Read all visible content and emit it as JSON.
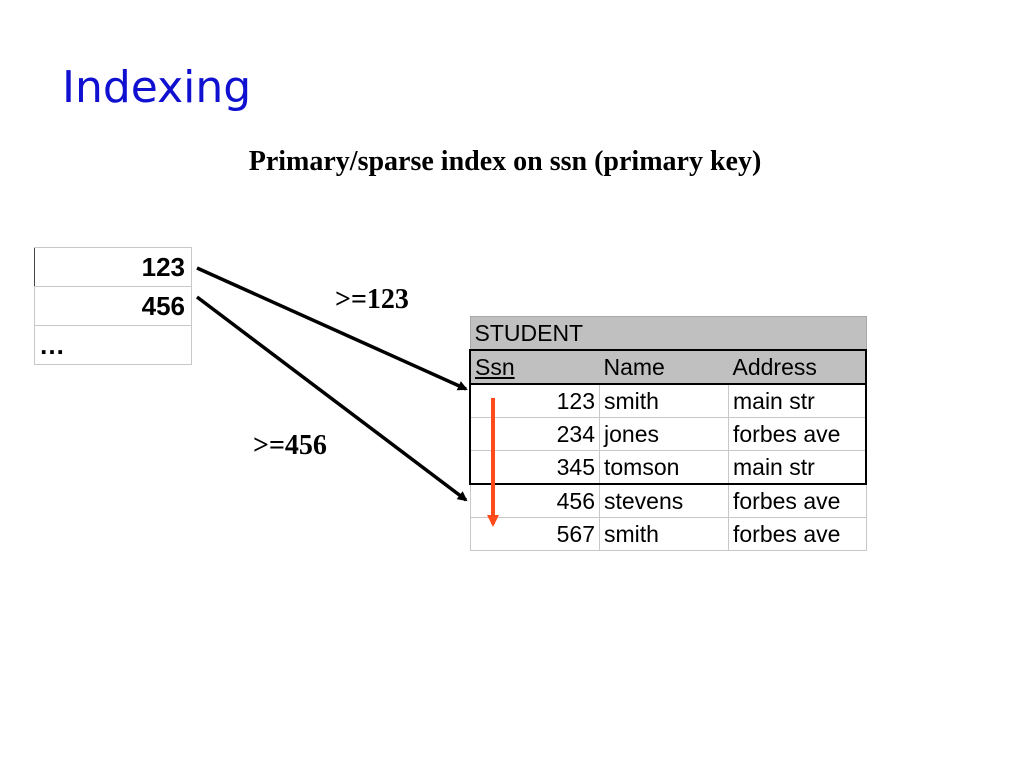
{
  "slide": {
    "title": "Indexing",
    "subtitle": "Primary/sparse index on ssn (primary key)"
  },
  "index_table": {
    "entries": [
      "123",
      "456",
      "…"
    ]
  },
  "pointer_labels": {
    "first": ">=123",
    "second": ">=456"
  },
  "student_table": {
    "caption": "STUDENT",
    "columns": [
      "Ssn",
      "Name",
      "Address"
    ],
    "rows": [
      [
        "123",
        "smith",
        "main str"
      ],
      [
        "234",
        "jones",
        "forbes ave"
      ],
      [
        "345",
        "tomson",
        "main str"
      ],
      [
        "456",
        "stevens",
        "forbes ave"
      ],
      [
        "567",
        "smith",
        "forbes ave"
      ]
    ]
  },
  "colors": {
    "title": "#1010d0",
    "scan_arrow": "#ff4a1a",
    "header_bg": "#c0c0c0"
  }
}
